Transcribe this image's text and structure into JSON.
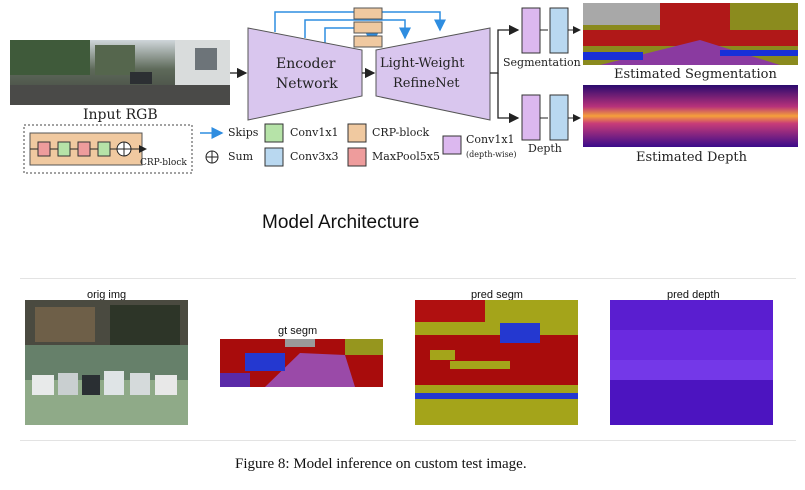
{
  "diagram": {
    "input_label": "Input RGB",
    "encoder_line1": "Encoder",
    "encoder_line2": "Network",
    "decoder_line1": "Light-Weight",
    "decoder_line2": "RefineNet",
    "seg_branch_label": "Segmentation",
    "depth_branch_label": "Depth",
    "est_seg_label": "Estimated Segmentation",
    "est_depth_label": "Estimated Depth",
    "crp_block_label": "CRP-block",
    "legend": {
      "skips": "Skips",
      "sum": "Sum",
      "conv1x1": "Conv1x1",
      "conv3x3": "Conv3x3",
      "crp": "CRP-block",
      "maxpool": "MaxPool5x5",
      "conv1x1dw_line1": "Conv1x1",
      "conv1x1dw_line2": "(depth-wise)"
    },
    "colors": {
      "encoder": "#d9c6ee",
      "decoder": "#d9c6ee",
      "conv1x1": "#b6e3a8",
      "conv3x3": "#b9d8f0",
      "crp": "#f0c9a0",
      "maxpool": "#ee9c9c",
      "skip_arrow": "#2f8de0"
    }
  },
  "section_title": "Model Architecture",
  "figure": {
    "panel_titles": [
      "orig img",
      "gt segm",
      "pred segm",
      "pred depth"
    ],
    "caption": "Figure 8: Model inference on custom test image."
  }
}
